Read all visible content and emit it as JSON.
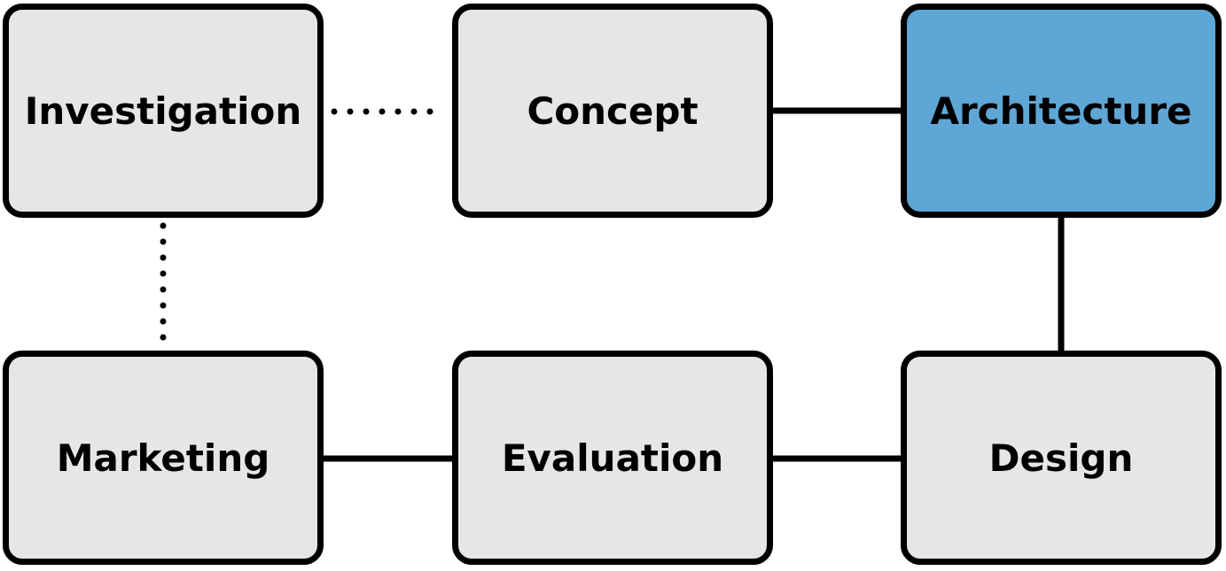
{
  "diagram": {
    "nodes": [
      {
        "id": "investigation",
        "label": "Investigation"
      },
      {
        "id": "concept",
        "label": "Concept"
      },
      {
        "id": "architecture",
        "label": "Architecture"
      },
      {
        "id": "marketing",
        "label": "Marketing"
      },
      {
        "id": "evaluation",
        "label": "Evaluation"
      },
      {
        "id": "design",
        "label": "Design"
      }
    ],
    "edges": [
      {
        "from": "investigation",
        "to": "concept",
        "style": "dotted"
      },
      {
        "from": "concept",
        "to": "architecture",
        "style": "solid"
      },
      {
        "from": "architecture",
        "to": "design",
        "style": "solid"
      },
      {
        "from": "design",
        "to": "evaluation",
        "style": "solid"
      },
      {
        "from": "evaluation",
        "to": "marketing",
        "style": "solid"
      },
      {
        "from": "marketing",
        "to": "investigation",
        "style": "dotted"
      }
    ],
    "colors": {
      "node_fill": "#e6e6e6",
      "highlight_fill": "#5ea6d5",
      "stroke": "#000000"
    },
    "highlighted_node": "architecture"
  }
}
